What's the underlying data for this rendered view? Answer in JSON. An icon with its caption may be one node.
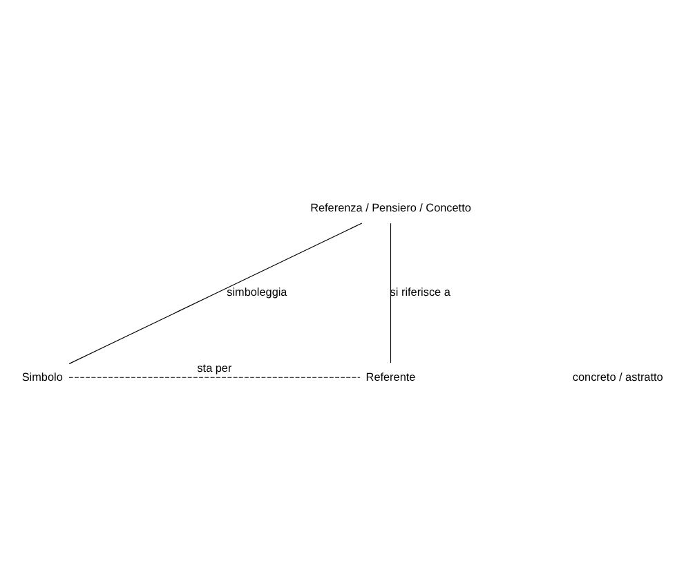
{
  "diagram": {
    "nodes": [
      {
        "text": [
          "Referenza / Pensiero / Concetto"
        ]
      },
      {
        "text": [
          "Simbolo"
        ]
      },
      {
        "text": [
          "Referente"
        ]
      }
    ],
    "edges": [
      {
        "from": 0,
        "to": 1,
        "arrow": "none",
        "label": "simboleggia"
      },
      {
        "from": 0,
        "to": 2,
        "arrow": "none",
        "label": "si riferisce a"
      },
      {
        "from": 1,
        "to": 2,
        "arrow": "none",
        "label": "sta per",
        "style": "dashed"
      }
    ],
    "labels": [
      "concreto / astratto"
    ]
  }
}
